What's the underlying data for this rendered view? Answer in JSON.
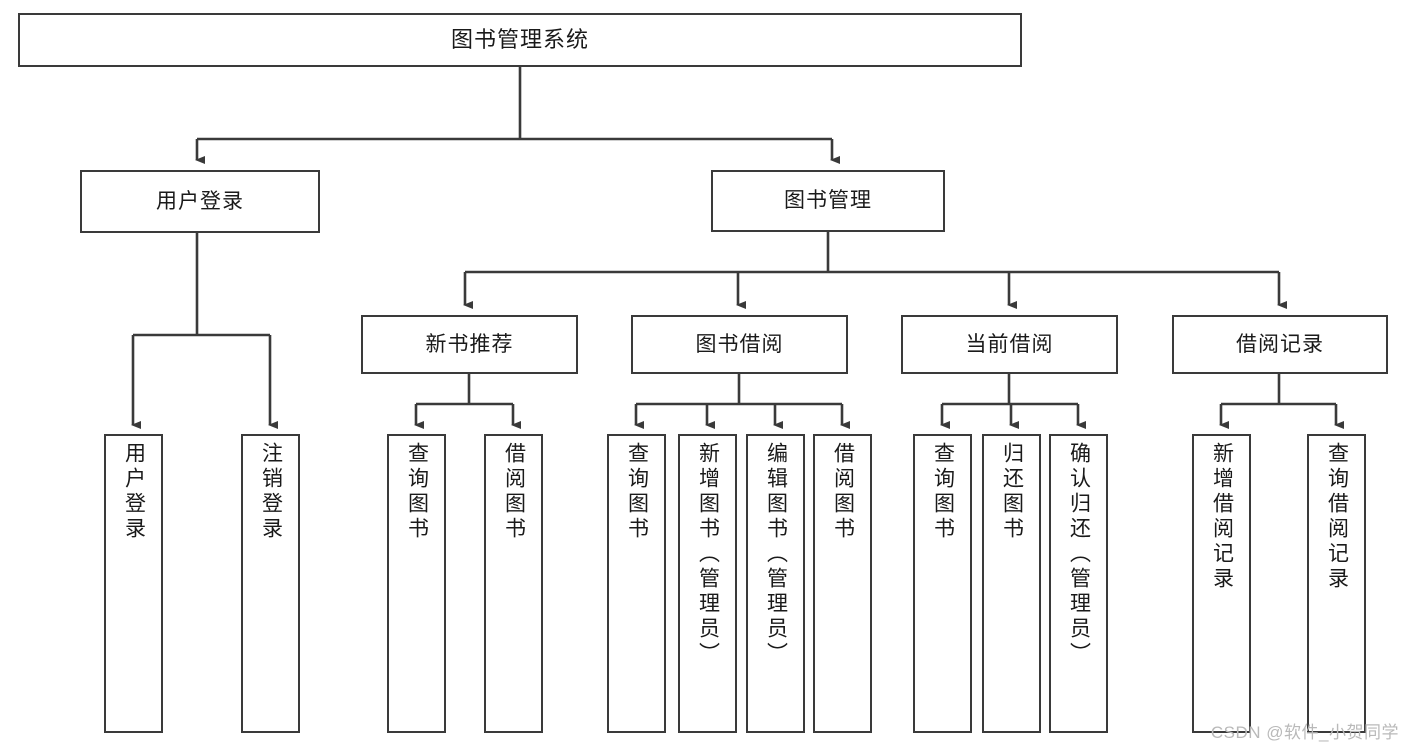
{
  "diagram": {
    "title": "图书管理系统",
    "watermark": "CSDN @软件_小贺同学",
    "accent_border": "#3a3a3a",
    "background": "#ffffff",
    "text_color": "#1a1a1a",
    "watermark_color": "#b9b9b9"
  },
  "nodes": {
    "root": {
      "label": "图书管理系统"
    },
    "level1": [
      {
        "label": "用户登录"
      },
      {
        "label": "图书管理"
      }
    ],
    "level2": [
      {
        "label": "新书推荐"
      },
      {
        "label": "图书借阅"
      },
      {
        "label": "当前借阅"
      },
      {
        "label": "借阅记录"
      }
    ],
    "leaves": {
      "user_login": [
        {
          "label": "用户登录"
        },
        {
          "label": "注销登录"
        }
      ],
      "new_book": [
        {
          "label": "查询图书"
        },
        {
          "label": "借阅图书"
        }
      ],
      "book_borrow": [
        {
          "label": "查询图书"
        },
        {
          "label": "新增图书（管理员）"
        },
        {
          "label": "编辑图书（管理员）"
        },
        {
          "label": "借阅图书"
        }
      ],
      "current_borrow": [
        {
          "label": "查询图书"
        },
        {
          "label": "归还图书"
        },
        {
          "label": "确认归还（管理员）"
        }
      ],
      "borrow_record": [
        {
          "label": "新增借阅记录"
        },
        {
          "label": "查询借阅记录"
        }
      ]
    }
  }
}
